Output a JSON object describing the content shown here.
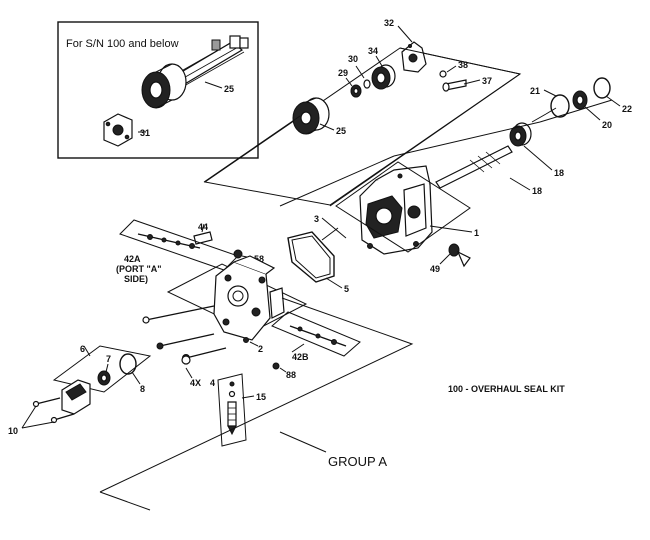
{
  "inset": {
    "caption": "For S/N 100 and below",
    "labels": [
      "25",
      "31"
    ]
  },
  "part_labels": {
    "p32": "32",
    "p30": "30",
    "p34": "34",
    "p29": "29",
    "p38": "38",
    "p37": "37",
    "p25": "25",
    "p21": "21",
    "p22": "22",
    "p20": "20",
    "p18a": "18",
    "p18b": "18",
    "p3": "3",
    "p1": "1",
    "p49": "49",
    "p44": "44",
    "p58": "58",
    "p42a": "42A",
    "p42a_note1": "(PORT \"A\"",
    "p42a_note2": "SIDE)",
    "p5": "5",
    "p6": "6",
    "p7": "7",
    "p8": "8",
    "p2": "2",
    "p42b": "42B",
    "p88": "88",
    "p4x": "4X",
    "p4": "4",
    "p15": "15",
    "p10": "10"
  },
  "notes": {
    "kit": "100 - OVERHAUL SEAL KIT",
    "group": "GROUP A"
  },
  "colors": {
    "ink": "#111111",
    "paper": "#ffffff"
  }
}
